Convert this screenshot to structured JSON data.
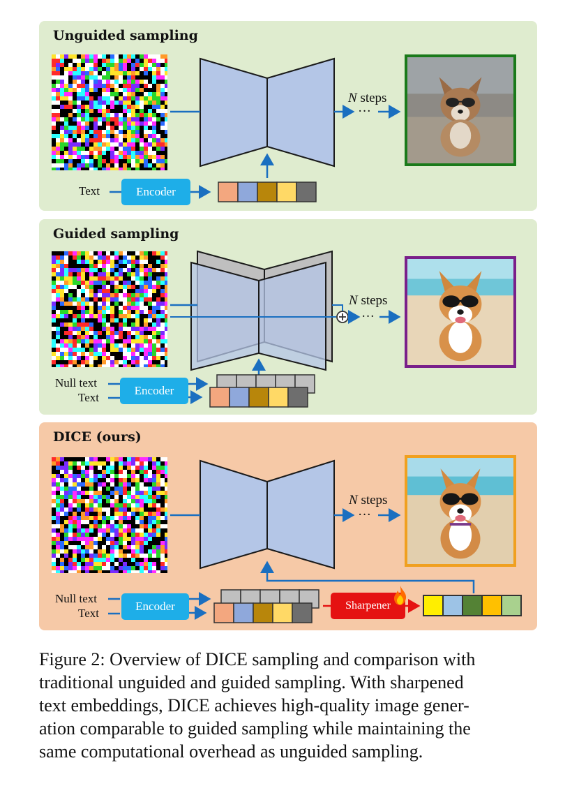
{
  "panels": {
    "unguided": {
      "title": "Unguided sampling",
      "text_label": "Text",
      "encoder": "Encoder",
      "steps_var": "N",
      "steps_word": "steps",
      "dots": "···",
      "frame_color": "#1a7a1a"
    },
    "guided": {
      "title": "Guided sampling",
      "null_text_label": "Null text",
      "text_label": "Text",
      "encoder": "Encoder",
      "steps_var": "N",
      "steps_word": "steps",
      "dots": "···",
      "frame_color": "#7a1f8a"
    },
    "dice": {
      "title": "DICE (ours)",
      "null_text_label": "Null text",
      "text_label": "Text",
      "encoder": "Encoder",
      "sharpener": "Sharpener",
      "steps_var": "N",
      "steps_word": "steps",
      "dots": "···",
      "frame_color": "#f0a020"
    }
  },
  "colors": {
    "panel_green": "#dfeccf",
    "panel_orange": "#f6c9a7",
    "encoder_blue": "#1eaee8",
    "sharpener_red": "#e51212",
    "unet_fill": "#b4c6e7",
    "arrow_blue": "#1a6fc0",
    "embedding_tokens": [
      "#f3a77f",
      "#8fa8db",
      "#b8860b",
      "#ffd966",
      "#6e6e6e"
    ],
    "sharpened_tokens": [
      "#ffee00",
      "#9dc3e6",
      "#548235",
      "#ffc000",
      "#a9d18e"
    ],
    "null_tokens": "#c0c0c0"
  },
  "caption": {
    "lines": [
      "Figure 2: Overview of DICE sampling and comparison with",
      "traditional unguided and guided sampling. With sharpened",
      "text embeddings, DICE achieves high-quality image gener-",
      "ation comparable to guided sampling while maintaining the",
      "same computational overhead as unguided sampling."
    ]
  }
}
